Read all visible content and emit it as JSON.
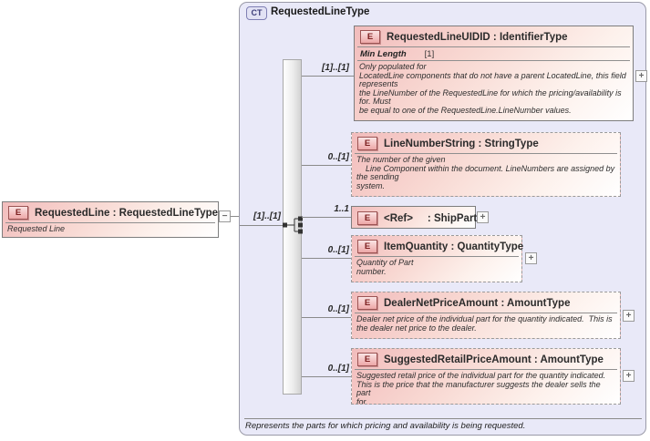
{
  "diagram": {
    "complex_type": {
      "badge": "CT",
      "name": "RequestedLineType",
      "annotation": "Represents the parts for which pricing and availability is being requested."
    },
    "root": {
      "badge": "E",
      "label": "RequestedLine : RequestedLineType",
      "annotation": "Requested Line",
      "cardinality": "[1]..[1]"
    },
    "icons": {
      "expand": "+",
      "collapse": "−"
    },
    "elements": [
      {
        "badge": "E",
        "label": "RequestedLineUIDID : IdentifierType",
        "cardinality": "[1]..[1]",
        "facet_name": "Min Length",
        "facet_value": "[1]",
        "annotation": "Only populated for\nLocatedLine components that do not have a parent LocatedLine, this field\nrepresents\nthe LineNumber of the RequestedLine for which the pricing/availability is\nfor. Must\nbe equal to one of the RequestedLine.LineNumber values."
      },
      {
        "badge": "E",
        "label": "LineNumberString : StringType",
        "cardinality": "0..[1]",
        "annotation": "The number of the given\n    Line Component within the document. LineNumbers are assigned by\nthe sending\nsystem."
      },
      {
        "badge": "E",
        "label": "<Ref>     : ShipPart",
        "cardinality": "1..1",
        "annotation": ""
      },
      {
        "badge": "E",
        "label": "ItemQuantity : QuantityType",
        "cardinality": "0..[1]",
        "annotation": "Quantity of Part\nnumber."
      },
      {
        "badge": "E",
        "label": "DealerNetPriceAmount : AmountType",
        "cardinality": "0..[1]",
        "annotation": "Dealer net price of the individual part for the quantity indicated.  This is\nthe dealer net price to the dealer."
      },
      {
        "badge": "E",
        "label": "SuggestedRetailPriceAmount : AmountType",
        "cardinality": "0..[1]",
        "annotation": "Suggested retail price of the individual part for the quantity indicated.\nThis is the price that the manufacturer suggests the dealer sells the part\nfor."
      }
    ]
  }
}
